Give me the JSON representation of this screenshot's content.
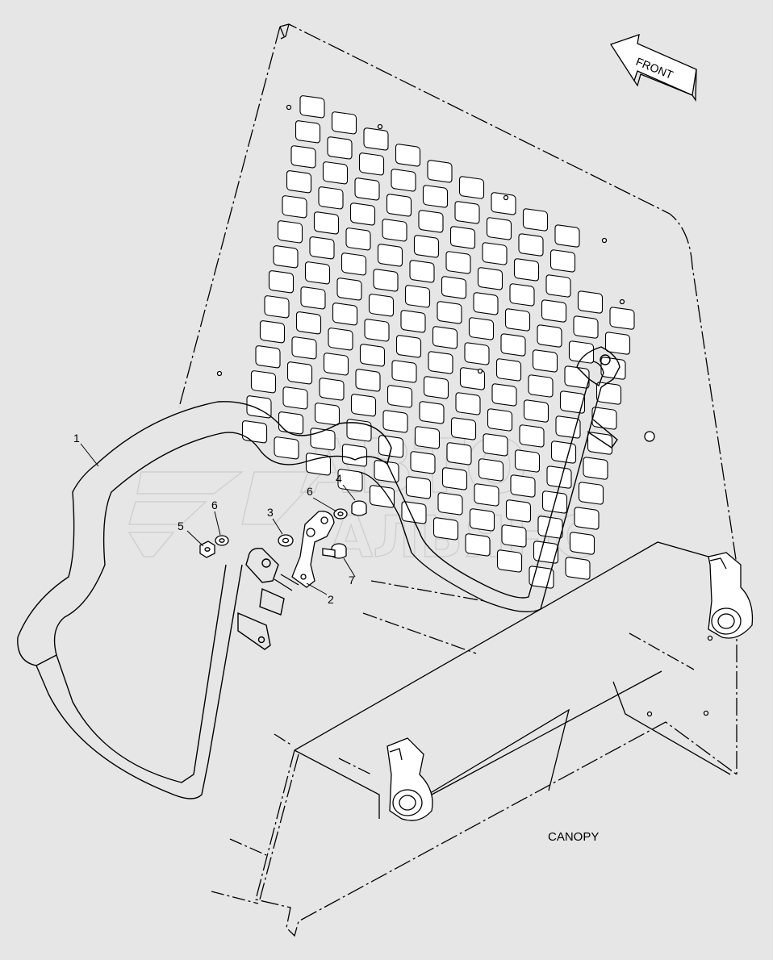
{
  "watermark": {
    "line1": "АВТО",
    "line2": "АЛЬЯНС"
  },
  "front_arrow": {
    "label": "FRONT"
  },
  "canopy_label": "CANOPY",
  "callouts": [
    "1",
    "2",
    "3",
    "4",
    "5",
    "6",
    "6",
    "7"
  ],
  "colors": {
    "background": "#e6e6e6",
    "line": "#000000",
    "watermark": "#cfcfcf"
  }
}
